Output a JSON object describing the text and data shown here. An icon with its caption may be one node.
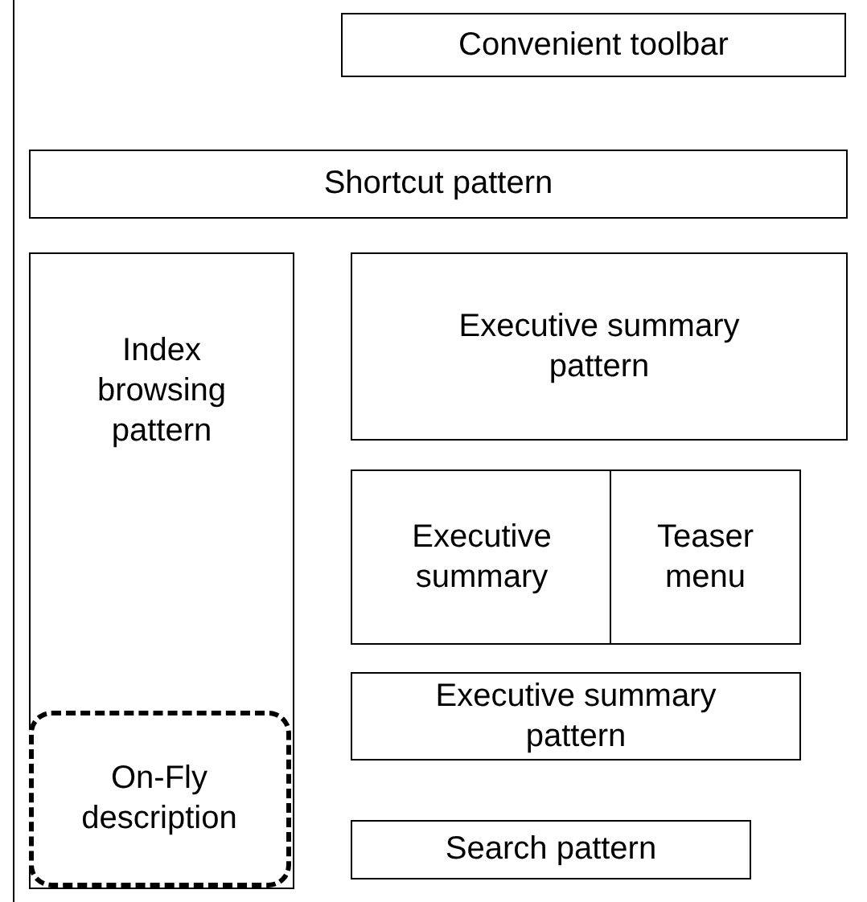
{
  "diagram": {
    "nodes": [
      {
        "text": [],
        "shape": "box"
      },
      {
        "text": [
          "Convenient toolbar"
        ],
        "in": 0
      },
      {
        "text": [
          "Shortcut pattern"
        ],
        "in": 0
      },
      {
        "text": [
          "Index browsing pattern"
        ],
        "in": 0
      },
      {
        "text": [
          "On-Fly description"
        ],
        "in": 3
      },
      {
        "text": [
          "Executive summary pattern"
        ],
        "in": 0
      },
      {
        "text": [
          "Executive summary"
        ],
        "in": 0
      },
      {
        "text": [
          "Teaser menu"
        ],
        "in": 0
      },
      {
        "text": [
          "Executive summary pattern"
        ],
        "in": 0
      },
      {
        "text": [
          "Search pattern"
        ],
        "in": 0
      }
    ]
  }
}
